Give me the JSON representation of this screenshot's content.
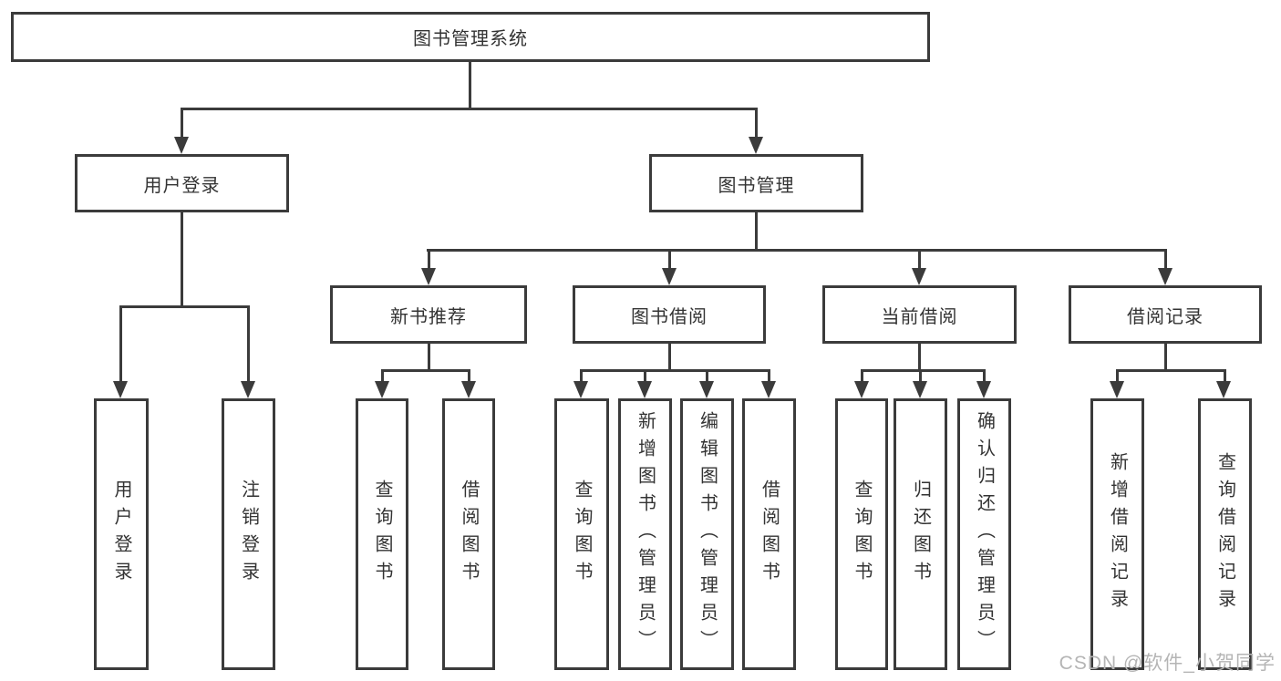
{
  "root": {
    "label": "图书管理系统"
  },
  "tree": {
    "user_login": {
      "label": "用户登录",
      "children": [
        "用户登录",
        "注销登录"
      ]
    },
    "book_mgmt": {
      "label": "图书管理",
      "sections": [
        {
          "label": "新书推荐",
          "children": [
            "查询图书",
            "借阅图书"
          ]
        },
        {
          "label": "图书借阅",
          "children": [
            "查询图书",
            "新增图书（管理员）",
            "编辑图书（管理员）",
            "借阅图书"
          ]
        },
        {
          "label": "当前借阅",
          "children": [
            "查询图书",
            "归还图书",
            "确认归还（管理员）"
          ]
        },
        {
          "label": "借阅记录",
          "children": [
            "新增借阅记录",
            "查询借阅记录"
          ]
        }
      ]
    }
  },
  "watermark": "CSDN @软件_小贺同学",
  "colors": {
    "line": "#3b3b3b",
    "text": "#333333",
    "watermark": "#b5b5b5",
    "background": "#ffffff"
  }
}
